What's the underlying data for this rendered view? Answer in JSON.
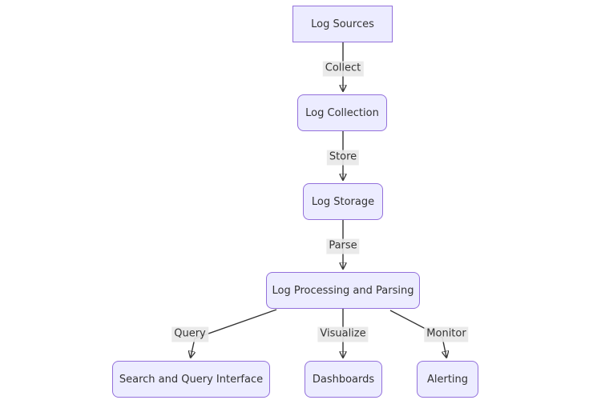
{
  "diagram": {
    "type": "flowchart",
    "direction": "top-down",
    "nodes": [
      {
        "id": "log-sources",
        "label": "Log Sources",
        "shape": "rect"
      },
      {
        "id": "log-collection",
        "label": "Log Collection",
        "shape": "rounded"
      },
      {
        "id": "log-storage",
        "label": "Log Storage",
        "shape": "rounded"
      },
      {
        "id": "log-processing",
        "label": "Log Processing and Parsing",
        "shape": "rounded"
      },
      {
        "id": "search-query",
        "label": "Search and Query Interface",
        "shape": "rounded"
      },
      {
        "id": "dashboards",
        "label": "Dashboards",
        "shape": "rounded"
      },
      {
        "id": "alerting",
        "label": "Alerting",
        "shape": "rounded"
      }
    ],
    "edges": [
      {
        "from": "Log Sources",
        "to": "Log Collection",
        "label": "Collect"
      },
      {
        "from": "Log Collection",
        "to": "Log Storage",
        "label": "Store"
      },
      {
        "from": "Log Storage",
        "to": "Log Processing and Parsing",
        "label": "Parse"
      },
      {
        "from": "Log Processing and Parsing",
        "to": "Search and Query Interface",
        "label": "Query"
      },
      {
        "from": "Log Processing and Parsing",
        "to": "Dashboards",
        "label": "Visualize"
      },
      {
        "from": "Log Processing and Parsing",
        "to": "Alerting",
        "label": "Monitor"
      }
    ],
    "colors": {
      "node_fill": "#ECECFF",
      "node_border": "#9370DB",
      "edge_line": "#333333",
      "edge_label_bg": "#e8e8e8",
      "text": "#333333",
      "background": "#ffffff"
    }
  }
}
